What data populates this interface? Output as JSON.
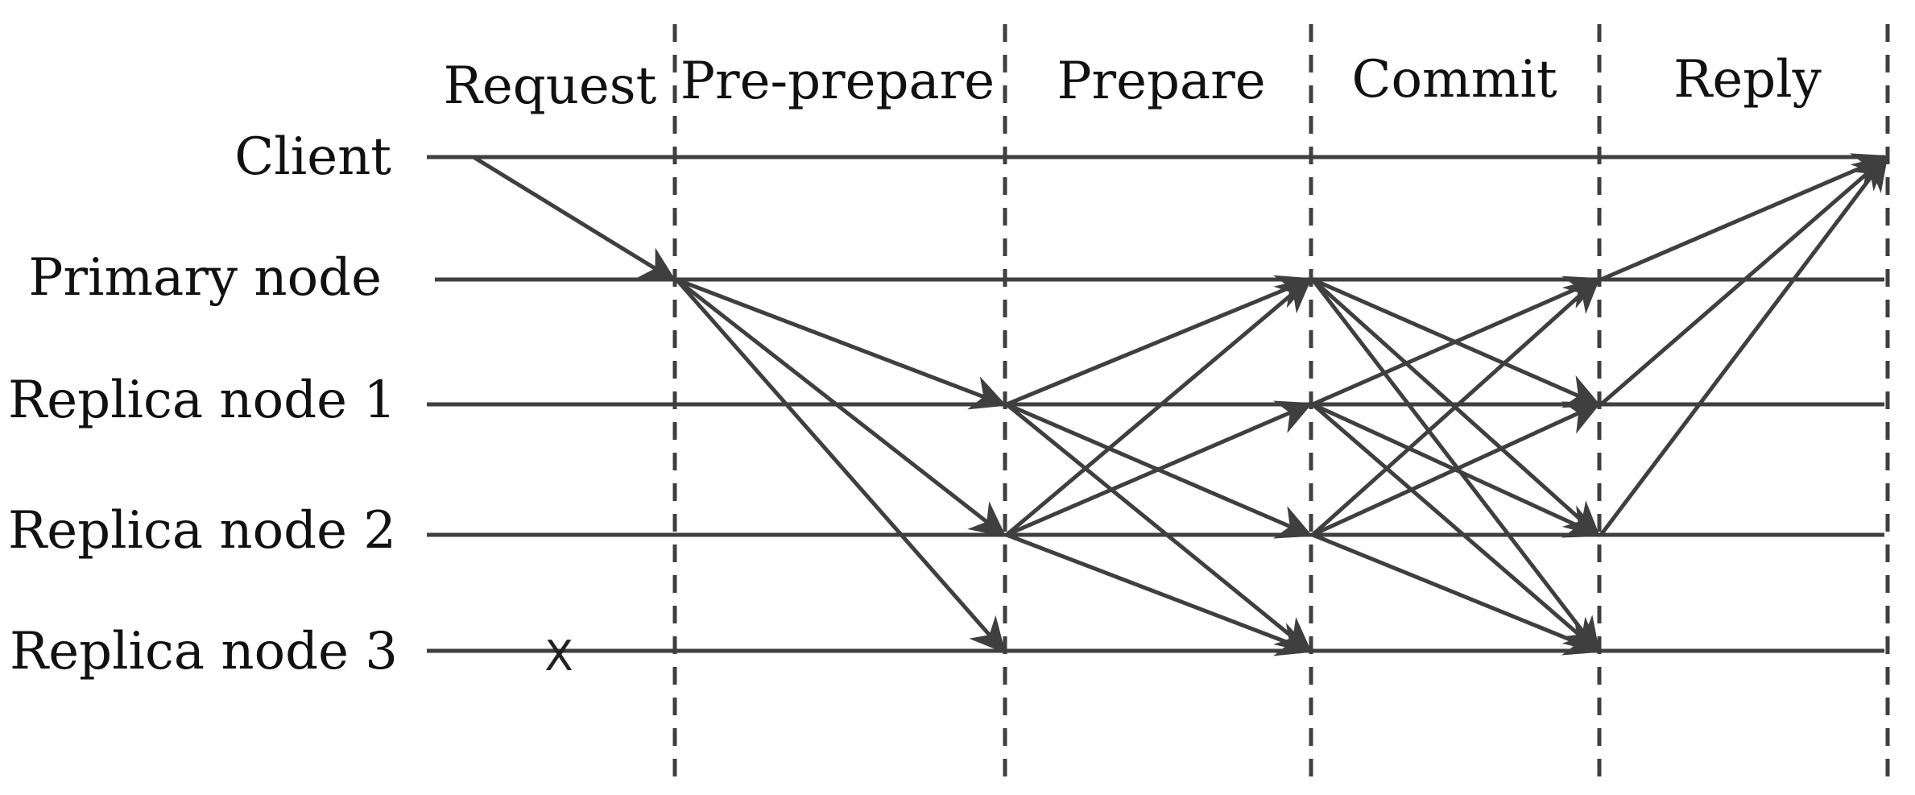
{
  "phases": [
    {
      "label": "Request"
    },
    {
      "label": "Pre-prepare"
    },
    {
      "label": "Prepare"
    },
    {
      "label": "Commit"
    },
    {
      "label": "Reply"
    }
  ],
  "nodes": [
    {
      "label": "Client"
    },
    {
      "label": "Primary node"
    },
    {
      "label": "Replica node 1"
    },
    {
      "label": "Replica node 2"
    },
    {
      "label": "Replica node 3"
    }
  ],
  "fault_marker": "X",
  "messages": [
    {
      "phase": 0,
      "from": 0,
      "to": 1
    },
    {
      "phase": 1,
      "from": 1,
      "to": 2
    },
    {
      "phase": 1,
      "from": 1,
      "to": 3
    },
    {
      "phase": 1,
      "from": 1,
      "to": 4
    },
    {
      "phase": 2,
      "from": 2,
      "to": 1
    },
    {
      "phase": 2,
      "from": 2,
      "to": 3
    },
    {
      "phase": 2,
      "from": 2,
      "to": 4
    },
    {
      "phase": 2,
      "from": 3,
      "to": 1
    },
    {
      "phase": 2,
      "from": 3,
      "to": 2
    },
    {
      "phase": 2,
      "from": 3,
      "to": 4
    },
    {
      "phase": 3,
      "from": 1,
      "to": 2
    },
    {
      "phase": 3,
      "from": 1,
      "to": 3
    },
    {
      "phase": 3,
      "from": 1,
      "to": 4
    },
    {
      "phase": 3,
      "from": 2,
      "to": 1
    },
    {
      "phase": 3,
      "from": 2,
      "to": 3
    },
    {
      "phase": 3,
      "from": 2,
      "to": 4
    },
    {
      "phase": 3,
      "from": 3,
      "to": 1
    },
    {
      "phase": 3,
      "from": 3,
      "to": 2
    },
    {
      "phase": 3,
      "from": 3,
      "to": 4
    },
    {
      "phase": 4,
      "from": 1,
      "to": 0
    },
    {
      "phase": 4,
      "from": 2,
      "to": 0
    },
    {
      "phase": 4,
      "from": 3,
      "to": 0
    }
  ],
  "colors": {
    "line": "#3f3f3f",
    "text": "#111111"
  }
}
